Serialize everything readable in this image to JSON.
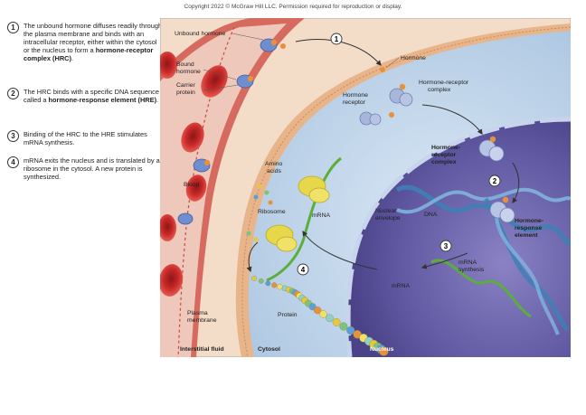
{
  "copyright": "Copyright 2022 © McGraw Hill LLC. Permission required for reproduction or display.",
  "steps": [
    {
      "num": "1",
      "pre": "The unbound hormone diffuses readily through the plasma membrane and binds with an intracellular receptor, either within the cytosol or the nucleus to form a ",
      "bold": "hormone-receptor complex (HRC)",
      "post": "."
    },
    {
      "num": "2",
      "pre": "The HRC binds with a specific DNA sequence called a ",
      "bold": "hormone-response element (HRE)",
      "post": "."
    },
    {
      "num": "3",
      "pre": "Binding of the HRC to the HRE stimulates mRNA synthesis.",
      "bold": "",
      "post": ""
    },
    {
      "num": "4",
      "pre": "mRNA exits the nucleus and is translated by a ribosome in the cytosol. A new protein is synthesized.",
      "bold": "",
      "post": ""
    }
  ],
  "labels": {
    "unbound_hormone": "Unbound hormone",
    "bound_hormone_1": "Bound",
    "bound_hormone_2": "hormone",
    "carrier_protein_1": "Carrier",
    "carrier_protein_2": "protein",
    "blood": "Blood",
    "hormone": "Hormone",
    "hrc_1": "Hormone-receptor",
    "hrc_2": "complex",
    "receptor_1": "Hormone",
    "receptor_2": "receptor",
    "hrc_bold_1": "Hormone-",
    "hrc_bold_2": "receptor",
    "hrc_bold_3": "complex",
    "amino_1": "Amino",
    "amino_2": "acids",
    "ribosome": "Ribosome",
    "mrna_top": "mRNA",
    "nuclear_env_1": "Nuclear",
    "nuclear_env_2": "envelope",
    "dna": "DNA",
    "hre_1": "Hormone-",
    "hre_2": "response",
    "hre_3": "element",
    "mrna_synth_1": "mRNA",
    "mrna_synth_2": "synthesis",
    "mrna_bottom": "mRNA",
    "plasma_1": "Plasma",
    "plasma_2": "membrane",
    "protein": "Protein",
    "interstitial": "Interstitial fluid",
    "cytosol": "Cytosol",
    "nucleus": "Nucleus"
  },
  "markers": [
    "1",
    "2",
    "3",
    "4"
  ],
  "colors": {
    "vessel_wall": "#c0504d",
    "blood_cell": "#c8282a",
    "cytosol": "#bcd4ea",
    "nucleus": "#6a63a8",
    "membrane": "#e8b48a",
    "hormone": "#e8903a",
    "receptor": "#a8b6dc",
    "ribosome": "#e6d84a",
    "mrna": "#5cae3c",
    "dna": "#3f7fb5"
  }
}
